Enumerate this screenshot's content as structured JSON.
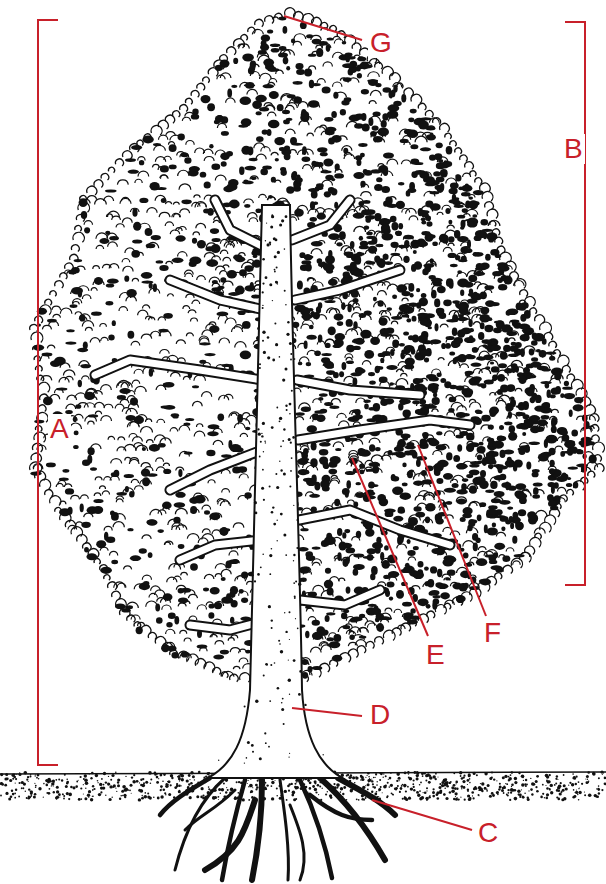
{
  "diagram": {
    "labels": [
      "G",
      "B",
      "A",
      "E",
      "F",
      "D",
      "C"
    ]
  }
}
